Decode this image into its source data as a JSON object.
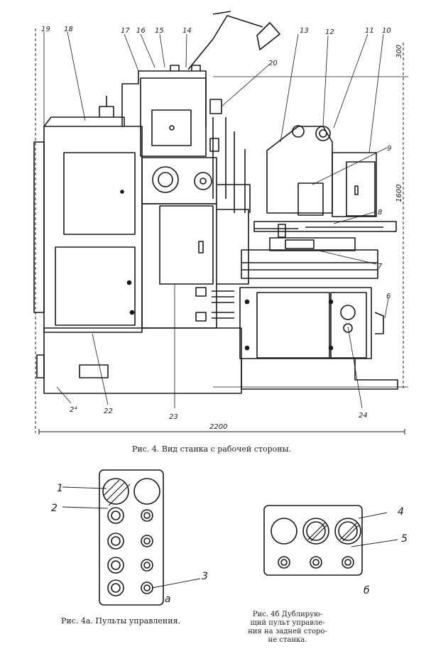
{
  "figure4": {
    "caption": "Рис. 4. Вид станка с рабочей стороны.",
    "callouts": [
      "19",
      "18",
      "17",
      "16",
      "15",
      "14",
      "13",
      "12",
      "11",
      "10",
      "20",
      "9",
      "8",
      "7",
      "6",
      "24",
      "23",
      "22",
      "2⁴"
    ],
    "dimensions": {
      "width": "2200",
      "height": "1600",
      "top": "300"
    }
  },
  "figure4a": {
    "caption": "Рис. 4а. Пульты управления.",
    "callouts": [
      "1",
      "2",
      "3"
    ],
    "panel_letter": "а"
  },
  "figure4b": {
    "caption_lines": [
      "Рис. 4б Дублирую-",
      "щий пульт управле-",
      "ния на задней сторо-",
      "не станка."
    ],
    "callouts": [
      "4",
      "5"
    ],
    "panel_letter": "б"
  }
}
